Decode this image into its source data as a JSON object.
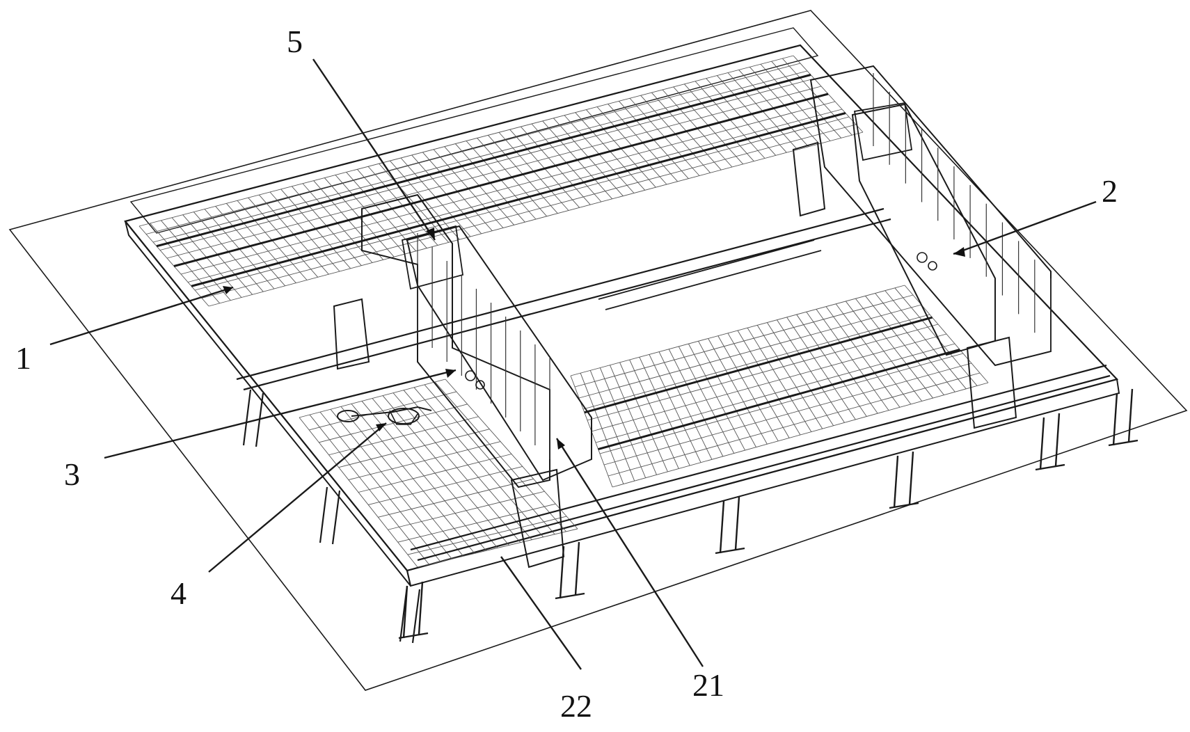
{
  "labels": {
    "l1": "1",
    "l2": "2",
    "l3": "3",
    "l4": "4",
    "l5": "5",
    "l21": "21",
    "l22": "22"
  },
  "colors": {
    "stroke": "#1a1a1a",
    "background": "#ffffff"
  }
}
